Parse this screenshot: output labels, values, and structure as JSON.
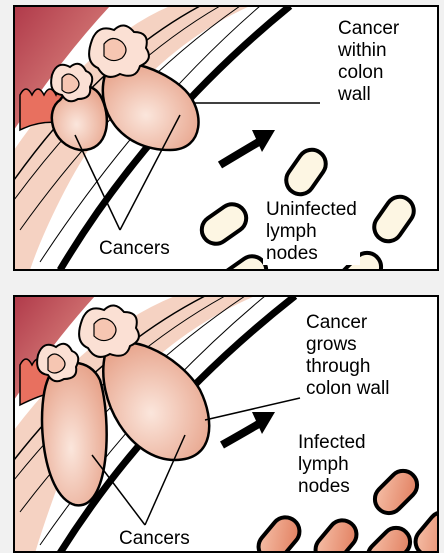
{
  "panels": [
    {
      "id": "top",
      "labels": {
        "cancer_location": [
          "Cancer",
          "within",
          "colon",
          "wall"
        ],
        "lymph_nodes": [
          "Uninfected",
          "lymph",
          "nodes"
        ],
        "cancers": "Cancers"
      },
      "node_fill": "#fdf6e3"
    },
    {
      "id": "bottom",
      "labels": {
        "cancer_location": [
          "Cancer",
          "grows",
          "through",
          "colon wall"
        ],
        "lymph_nodes": [
          "Infected",
          "lymph",
          "nodes"
        ],
        "cancers": "Cancers"
      },
      "node_fill": "#f2a98a"
    }
  ],
  "colors": {
    "frame": "#000000",
    "page_bg": "#f1f1f1",
    "tissue_dark": "#c0505a",
    "tissue_light": "#f5c9b5",
    "layer_band": "#f2d3c5",
    "tumor_fill": "#f0b7a0",
    "infected_node": "#f2a98a",
    "uninfected_node": "#fdf6e3"
  }
}
